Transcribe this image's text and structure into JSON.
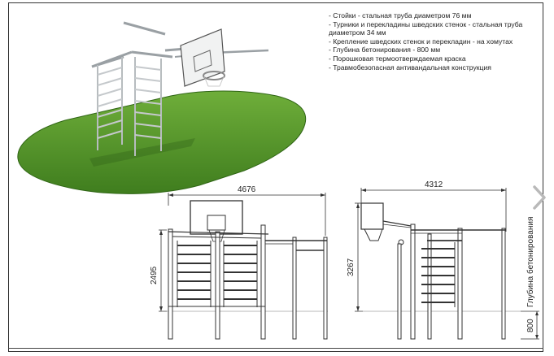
{
  "specs": [
    "- Стойки - стальная труба диаметром 76 мм",
    "- Турники и перекладины шведских стенок - стальная труба диаметром 34 мм",
    "- Крепление шведских стенок и перекладин - на хомутах",
    "- Глубина бетонирования - 800 мм",
    "- Порошковая термоотверждаемая краска",
    "- Травмобезопасная антивандальная конструкция"
  ],
  "dimensions": {
    "front_width": "4676",
    "front_height": "2495",
    "side_width": "4312",
    "side_height": "3267",
    "depth": "800",
    "depth_label": "Глубина бетонирования"
  }
}
